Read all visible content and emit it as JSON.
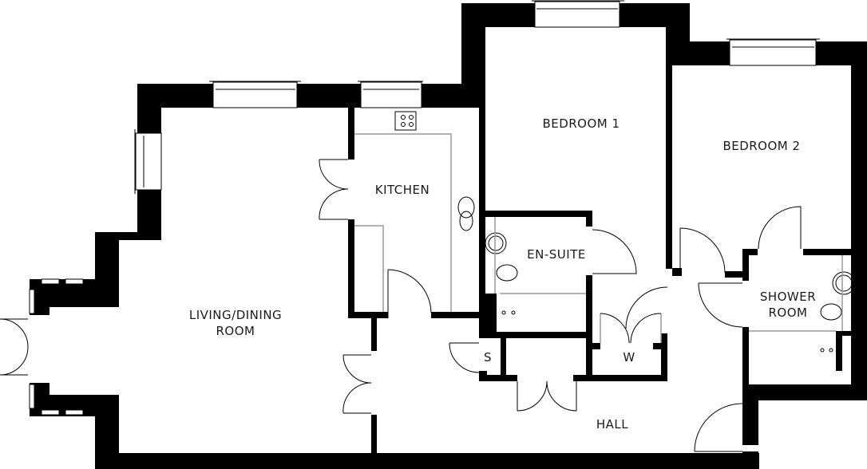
{
  "floorplan": {
    "rooms": [
      {
        "id": "living",
        "label": "LIVING/DINING",
        "label2": "ROOM"
      },
      {
        "id": "kitchen",
        "label": "KITCHEN"
      },
      {
        "id": "bedroom1",
        "label": "BEDROOM 1"
      },
      {
        "id": "bedroom2",
        "label": "BEDROOM 2"
      },
      {
        "id": "ensuite",
        "label": "EN-SUITE"
      },
      {
        "id": "shower",
        "label": "SHOWER",
        "label2": "ROOM"
      },
      {
        "id": "store",
        "label": "S"
      },
      {
        "id": "wardrobe",
        "label": "W"
      },
      {
        "id": "hall",
        "label": "HALL"
      }
    ],
    "colors": {
      "wall": "#000000",
      "background": "#ffffff",
      "text": "#1a1a1a"
    }
  }
}
